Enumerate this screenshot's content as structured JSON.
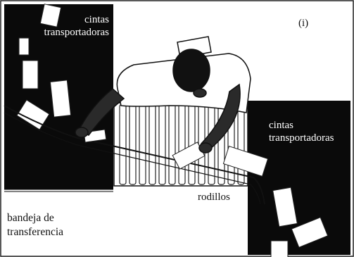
{
  "figure": {
    "panel_label": "(i)",
    "labels": {
      "top_left_line1": "cintas",
      "top_left_line2": "transportadoras",
      "mid_right_line1": "cintas",
      "mid_right_line2": "transportadoras",
      "rollers": "rodillos",
      "tray_line1": "bandeja de",
      "tray_line2": "transferencia"
    }
  },
  "colors": {
    "conveyor": "#0a0a0a",
    "background": "#ffffff",
    "ink": "#111111"
  }
}
